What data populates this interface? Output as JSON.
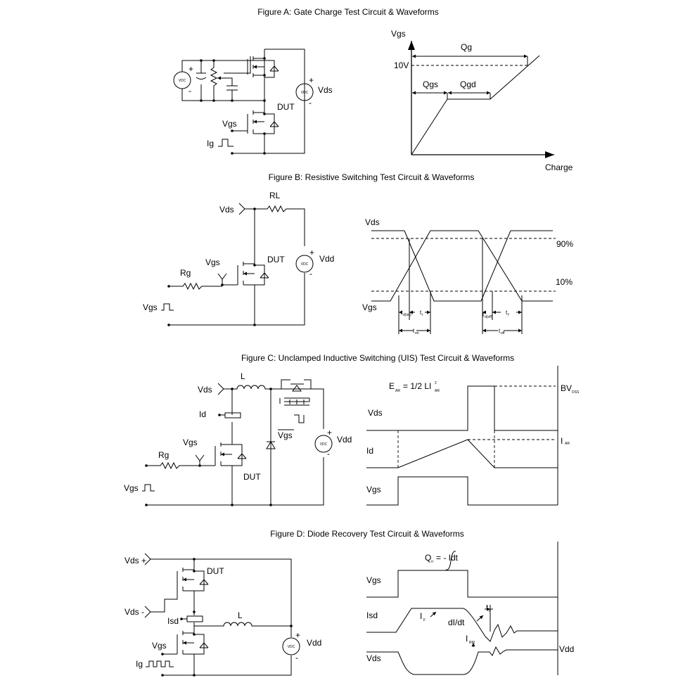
{
  "figure_a": {
    "title": "Figure A: Gate Charge Test Circuit & Waveforms",
    "vdc": "VDC",
    "plus": "+",
    "minus": "-",
    "vds": "Vds",
    "dut": "DUT",
    "vgs": "Vgs",
    "ig": "Ig",
    "axis_y": "Vgs",
    "axis_x": "Charge",
    "qg": "Qg",
    "v10": "10V",
    "qgs": "Qgs",
    "qgd": "Qgd"
  },
  "figure_b": {
    "title": "Figure B: Resistive Switching Test Circuit & Waveforms",
    "vds": "Vds",
    "rl": "RL",
    "dut": "DUT",
    "vgs": "Vgs",
    "rg": "Rg",
    "vgs_source": "Vgs",
    "vdc": "VDC",
    "plus": "+",
    "minus": "-",
    "vdd": "Vdd",
    "wave_vds": "Vds",
    "wave_vgs": "Vgs",
    "p90": "90%",
    "p10": "10%",
    "t_don": "t",
    "t_don_sub": "d(on)",
    "t_r": "t",
    "t_r_sub": "r",
    "t_on": "t",
    "t_on_sub": "on",
    "t_doff": "t",
    "t_doff_sub": "d(off)",
    "t_f": "t",
    "t_f_sub": "f",
    "t_off": "t",
    "t_off_sub": "off"
  },
  "figure_c": {
    "title": "Figure C: Unclamped Inductive Switching (UIS) Test Circuit & Waveforms",
    "vds": "Vds",
    "l": "L",
    "id": "Id",
    "vgs": "Vgs",
    "rg": "Rg",
    "dut": "DUT",
    "vgs_source": "Vgs",
    "vgs_bar": "Vgs",
    "vdc": "VDC",
    "plus": "+",
    "minus": "-",
    "vdd": "Vdd",
    "ear": "E",
    "ear_sub": "AR",
    "ear_eq": "= 1/2 LI",
    "ear_sup": "2",
    "ear_sub2": "AR",
    "wave_vds": "Vds",
    "wave_id": "Id",
    "wave_vgs": "Vgs",
    "bvdss": "BV",
    "bvdss_sub": "DSS",
    "iar": "I",
    "iar_sub": "AR"
  },
  "figure_d": {
    "title": "Figure D: Diode Recovery Test Circuit & Waveforms",
    "vds_plus": "Vds +",
    "vds_minus": "Vds -",
    "dut": "DUT",
    "isd": "Isd",
    "l": "L",
    "vgs": "Vgs",
    "ig": "Ig",
    "vdc": "VDC",
    "plus": "+",
    "minus": "-",
    "vdd": "Vdd",
    "qrr": "Q",
    "qrr_sub": "rr",
    "qrr_eq": "= - Idt",
    "wave_vgs": "Vgs",
    "wave_isd": "Isd",
    "wave_vds": "Vds",
    "if": "I",
    "if_sub": "F",
    "didt": "dI/dt",
    "trr": "t",
    "trr_sub": "rr",
    "irm": "I",
    "irm_sub": "RM",
    "wave_vdd": "Vdd"
  }
}
